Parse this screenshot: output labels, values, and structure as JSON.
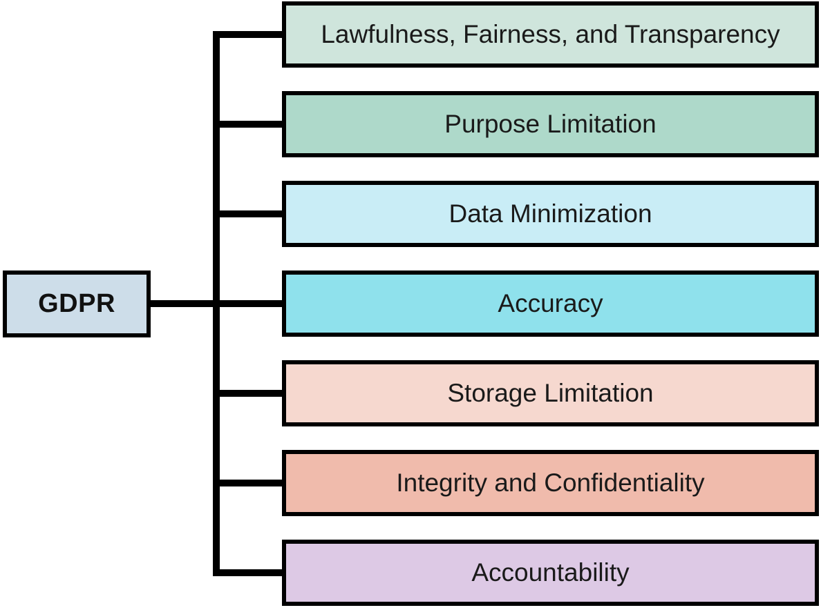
{
  "diagram": {
    "title": "GDPR principles tree diagram",
    "line_color": "#000000",
    "text_color": "#1a1a1a",
    "root": {
      "label": "GDPR",
      "bg": "#cddde9"
    },
    "nodes": [
      {
        "label": "Lawfulness, Fairness, and Transparency",
        "bg": "#cfe5dc"
      },
      {
        "label": "Purpose Limitation",
        "bg": "#aed9ca"
      },
      {
        "label": "Data Minimization",
        "bg": "#c9edf6"
      },
      {
        "label": "Accuracy",
        "bg": "#8fe1ec"
      },
      {
        "label": "Storage Limitation",
        "bg": "#f6d8cf"
      },
      {
        "label": "Integrity and Confidentiality",
        "bg": "#f0bbac"
      },
      {
        "label": "Accountability",
        "bg": "#ddc9e5"
      }
    ]
  }
}
